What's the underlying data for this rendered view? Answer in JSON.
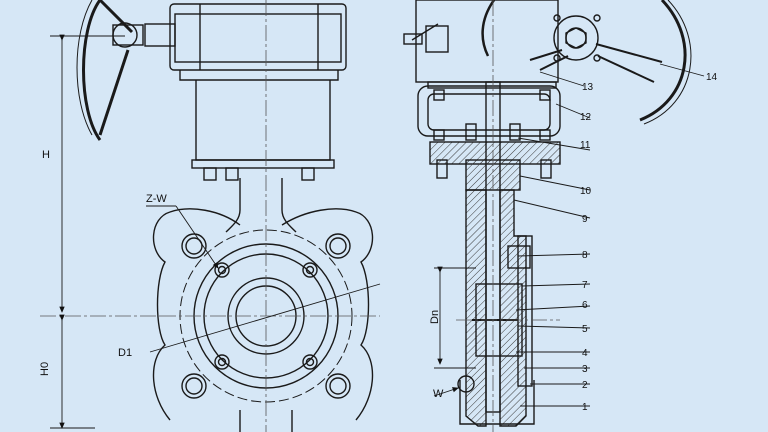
{
  "drawing": {
    "dimensions": {
      "overall_height": "H",
      "base_height": "H0",
      "bolt_spec": "Z-W",
      "bolt_circle": "D1",
      "nominal_diameter": "Dn",
      "width": "W"
    },
    "part_numbers": [
      "1",
      "2",
      "3",
      "4",
      "5",
      "6",
      "7",
      "8",
      "9",
      "10",
      "11",
      "12",
      "13",
      "14"
    ],
    "colors": {
      "background": "#d6e7f6",
      "line": "#1a1a1a",
      "hatch": "#3a3a3a",
      "centerline": "#555555"
    }
  }
}
